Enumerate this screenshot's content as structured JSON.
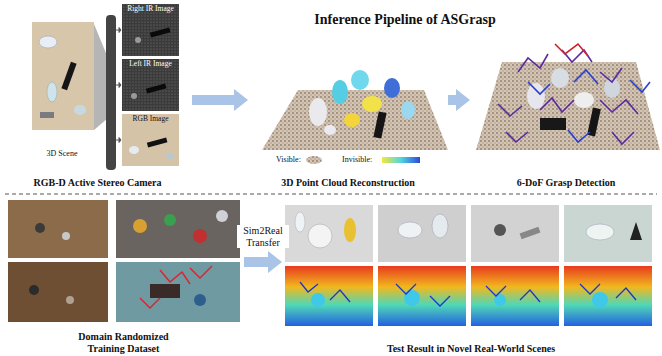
{
  "diagram": {
    "title": "Inference Pipeline of ASGrasp",
    "nodes": [
      {
        "text": [
          "RGB-D Active Stereo Camera"
        ]
      },
      {
        "text": [
          "3D Scene"
        ],
        "in": 0
      },
      {
        "text": [
          "Right IR Image"
        ],
        "in": 0
      },
      {
        "text": [
          "Left IR Image"
        ],
        "in": 0
      },
      {
        "text": [
          "RGB Image"
        ],
        "in": 0
      },
      {
        "text": [
          "3D Point Cloud Reconstruction"
        ]
      },
      {
        "text": [
          "6-DoF Grasp Detection"
        ]
      },
      {
        "text": [
          "Domain Randomized Training Dataset"
        ]
      },
      {
        "text": [
          "Test Result in Novel Real-World Scenes"
        ]
      }
    ],
    "edges": [
      {
        "from": 0,
        "to": 5,
        "arrow": "to"
      },
      {
        "from": 5,
        "to": 6,
        "arrow": "to"
      },
      {
        "from": 7,
        "to": 8,
        "label": "Sim2Real Transfer",
        "arrow": "to"
      }
    ],
    "legend": [
      {
        "text": "Visible:"
      },
      {
        "text": "Invisible:"
      }
    ]
  }
}
